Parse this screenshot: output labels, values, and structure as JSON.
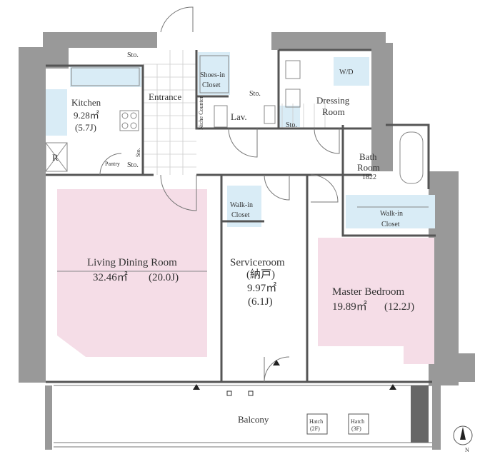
{
  "colors": {
    "wall": "#999999",
    "wall_dark": "#777777",
    "room_pink": "#f5dde7",
    "closet_blue": "#d9ecf6",
    "tile_line": "#cccccc",
    "text": "#333333"
  },
  "rooms": {
    "kitchen": {
      "name": "Kitchen",
      "area": "9.28㎡",
      "jo": "(5.7J)"
    },
    "entrance": {
      "name": "Entrance"
    },
    "shoes_closet": {
      "line1": "Shoes-in",
      "line2": "Closet"
    },
    "niche_counter": "Niche Counter",
    "lav": "Lav.",
    "dressing_room": {
      "line1": "Dressing",
      "line2": "Room"
    },
    "wd": "W/D",
    "bath": {
      "line1": "Bath",
      "line2": "Room",
      "line3": "1822"
    },
    "refrigerator": "R",
    "pantry": "Pantry",
    "walkin_left": {
      "line1": "Walk-in",
      "line2": "Closet"
    },
    "walkin_right": {
      "line1": "Walk-in",
      "line2": "Closet"
    },
    "living": {
      "name": "Living Dining Room",
      "area": "32.46㎡",
      "jo": "(20.0J)"
    },
    "service": {
      "name": "Serviceroom",
      "sub": "(納戸)",
      "area": "9.97㎡",
      "jo": "(6.1J)"
    },
    "master": {
      "name": "Master Bedroom",
      "area": "19.89㎡",
      "jo": "(12.2J)"
    },
    "balcony": "Balcony",
    "hatch_2f": {
      "line1": "Hatch",
      "line2": "(2F)"
    },
    "hatch_3f": {
      "line1": "Hatch",
      "line2": "(3F)"
    }
  },
  "storage_labels": [
    "Sto.",
    "Sto.",
    "Sto.",
    "Sto.",
    "Sto."
  ],
  "compass": {
    "label": "N"
  }
}
